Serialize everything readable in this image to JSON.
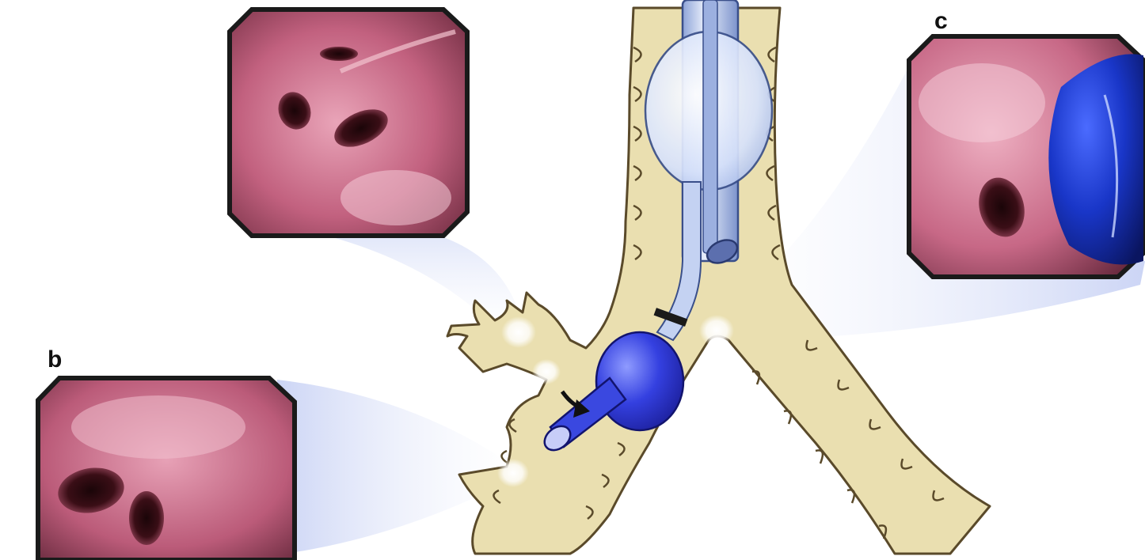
{
  "figure": {
    "panel_labels": {
      "b": "b",
      "c": "c"
    },
    "panels": [
      {
        "id": "a",
        "depicts": "bronchoscopic-view-upper-branch"
      },
      {
        "id": "b",
        "depicts": "bronchoscopic-view-left-lower-branch"
      },
      {
        "id": "c",
        "depicts": "bronchoscopic-view-right-main-bronchus-blocker"
      }
    ],
    "colors": {
      "airway_fill": "#eadfb0",
      "airway_outline": "#5a4a2a",
      "tube_blue": "#2f3fd6",
      "tube_light": "#c9d7f2",
      "cuff_light": "#dfe8fb",
      "mucosa": "#c0607d",
      "frame": "#1a1a1a"
    }
  }
}
